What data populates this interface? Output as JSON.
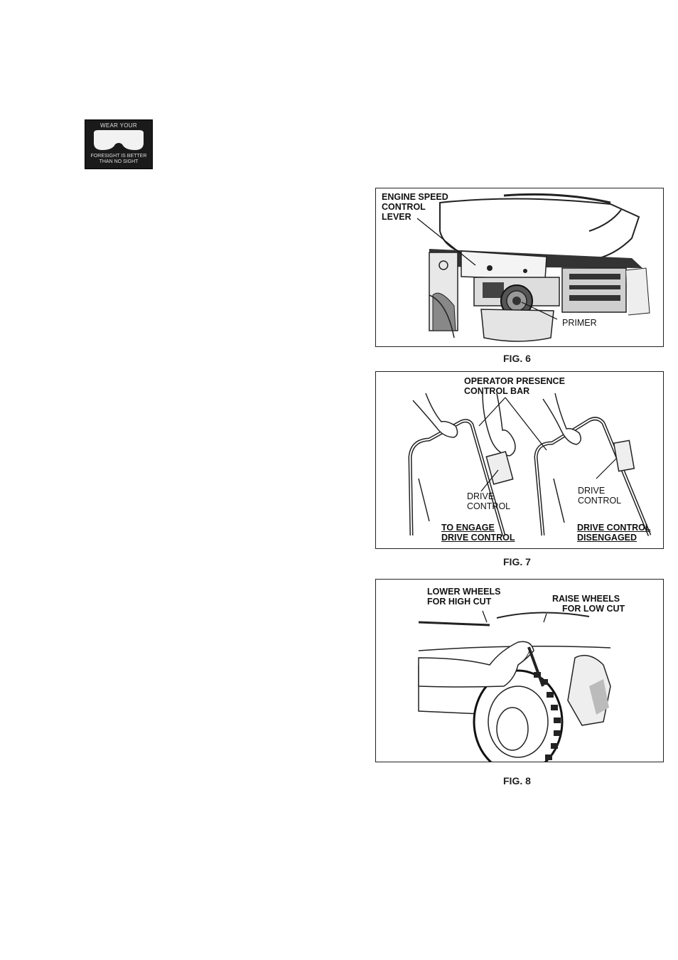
{
  "badge": {
    "line1": "WEAR YOUR",
    "line2": "FORESIGHT IS BETTER",
    "line3": "THAN NO SIGHT"
  },
  "fig6": {
    "caption": "FIG. 6",
    "labels": {
      "engine_speed_1": "ENGINE SPEED",
      "engine_speed_2": "CONTROL",
      "engine_speed_3": "LEVER",
      "primer": "PRIMER"
    }
  },
  "fig7": {
    "caption": "FIG. 7",
    "labels": {
      "presence_1": "OPERATOR PRESENCE",
      "presence_2": "CONTROL BAR",
      "drive_left_1": "DRIVE",
      "drive_left_2": "CONTROL",
      "drive_right_1": "DRIVE",
      "drive_right_2": "CONTROL",
      "engage_1": "TO ENGAGE",
      "engage_2": "DRIVE CONTROL",
      "disengaged_1": "DRIVE CONTROL",
      "disengaged_2": "DISENGAGED"
    }
  },
  "fig8": {
    "caption": "FIG. 8",
    "labels": {
      "lower_1": "LOWER WHEELS",
      "lower_2": "FOR HIGH CUT",
      "raise_1": "RAISE WHEELS",
      "raise_2": "FOR LOW CUT"
    }
  }
}
